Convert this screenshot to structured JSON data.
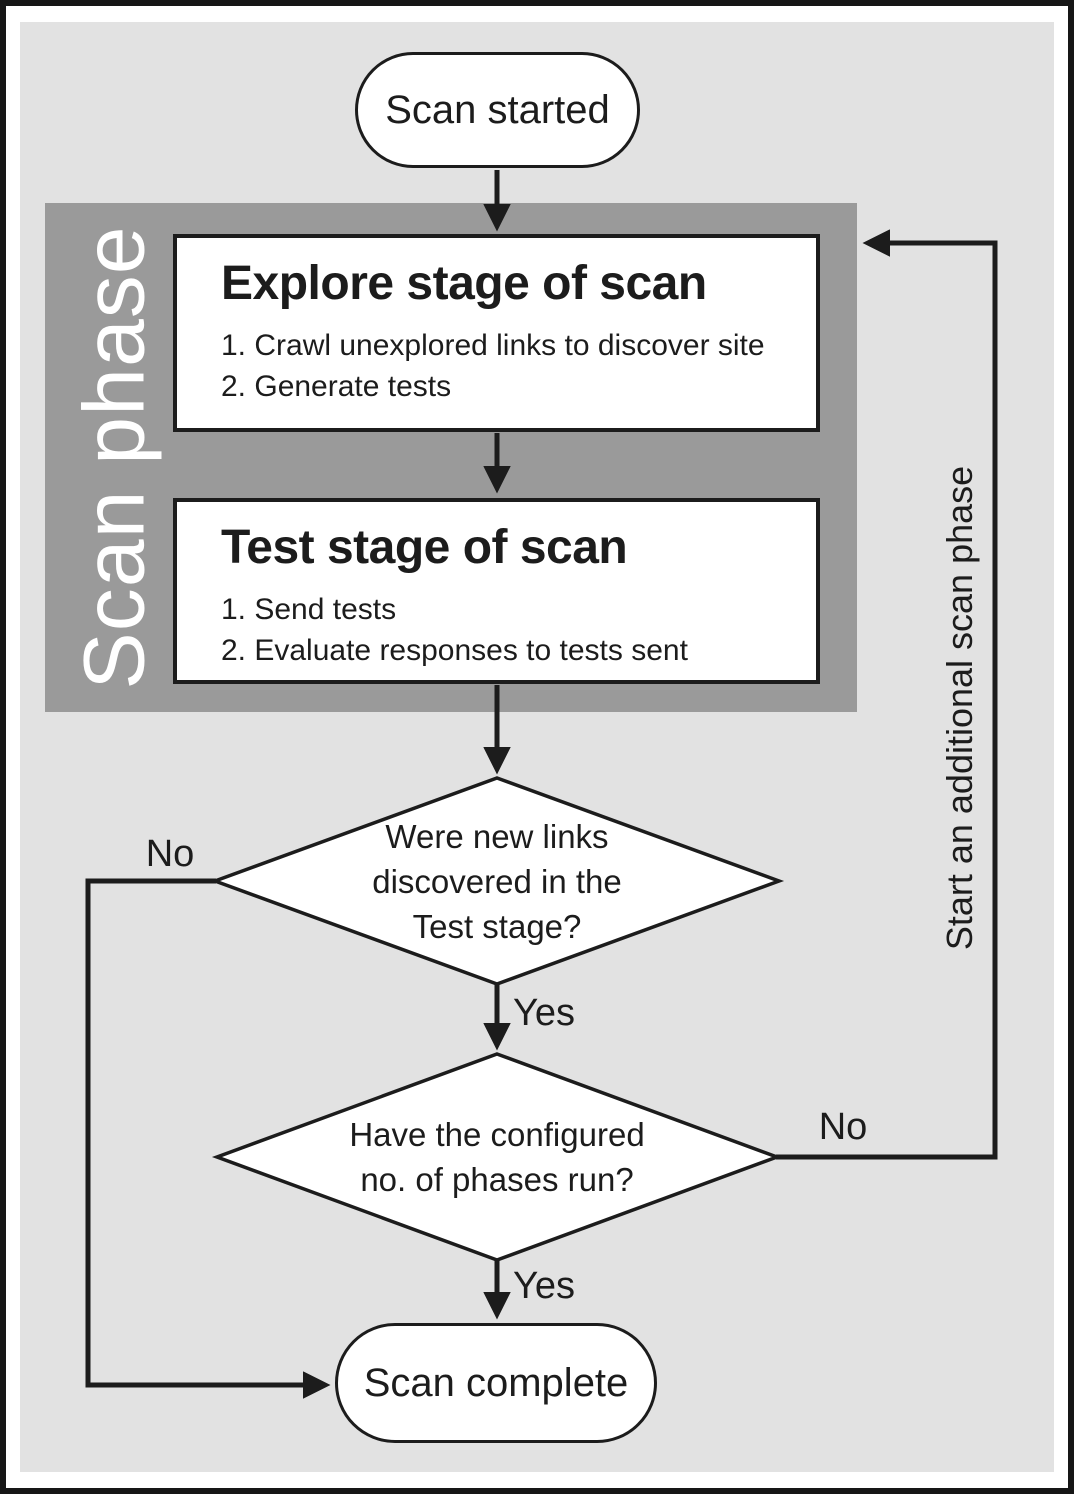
{
  "figure": {
    "band_label": "Scan phase",
    "loop_label": "Start an additional scan phase",
    "start_node": "Scan started",
    "explore_node": {
      "title": "Explore stage of scan",
      "items": [
        "1. Crawl unexplored links to discover site",
        "2. Generate tests"
      ]
    },
    "test_node": {
      "title": "Test stage of scan",
      "items": [
        "1. Send tests",
        "2. Evaluate responses to tests sent"
      ]
    },
    "decision1": {
      "lines": [
        "Were new links",
        "discovered in the",
        "Test stage?"
      ],
      "no_label": "No",
      "yes_label": "Yes"
    },
    "decision2": {
      "lines": [
        "Have the configured",
        "no. of phases run?"
      ],
      "no_label": "No",
      "yes_label": "Yes"
    },
    "complete_node": "Scan complete",
    "colors": {
      "background": "#e2e2e2",
      "band": "#9a9a9a",
      "node_fill": "#ffffff",
      "line": "#1c1c1c",
      "band_text": "#ffffff"
    }
  }
}
